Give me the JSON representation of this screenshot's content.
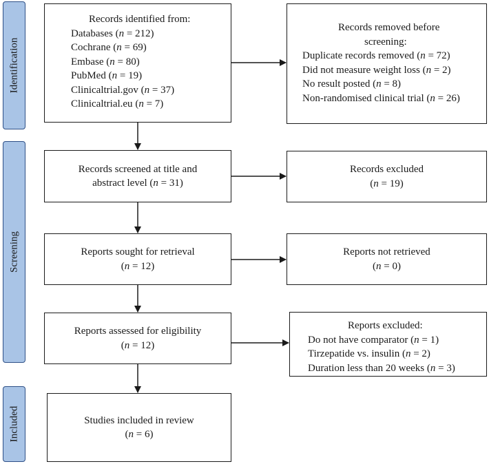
{
  "phases": {
    "identification": "Identification",
    "screening": "Screening",
    "included": "Included"
  },
  "identified": {
    "title": "Records identified from:",
    "items": [
      {
        "label": "Databases",
        "count": "212"
      },
      {
        "label": "Cochrane",
        "count": "69"
      },
      {
        "label": "Embase",
        "count": "80"
      },
      {
        "label": "PubMed",
        "count": "19"
      },
      {
        "label": "Clinicaltrial.gov",
        "count": "37"
      },
      {
        "label": "Clinicaltrial.eu",
        "count": "7"
      }
    ]
  },
  "removed": {
    "title_line1": "Records removed before",
    "title_line2": "screening:",
    "items": [
      {
        "label": "Duplicate records removed",
        "count": "72"
      },
      {
        "label": "Did not measure weight loss",
        "count": "2"
      },
      {
        "label": "No result posted",
        "count": "8"
      },
      {
        "label": "Non-randomised clinical trial",
        "count": "26"
      }
    ]
  },
  "screened": {
    "line1": "Records screened at title and",
    "line2_prefix": "abstract level",
    "count": "31"
  },
  "excluded": {
    "title": "Records excluded",
    "count": "19"
  },
  "sought": {
    "title": "Reports sought for retrieval",
    "count": "12"
  },
  "not_retrieved": {
    "title": "Reports not retrieved",
    "count": "0"
  },
  "assessed": {
    "title": "Reports assessed for eligibility",
    "count": "12"
  },
  "reports_excluded": {
    "title": "Reports excluded:",
    "items": [
      {
        "label": "Do not have comparator",
        "count": "1"
      },
      {
        "label": "Tirzepatide vs. insulin",
        "count": "2"
      },
      {
        "label": "Duration less than 20 weeks",
        "count": "3"
      }
    ]
  },
  "included": {
    "title": "Studies included in review",
    "count": "6"
  },
  "n_symbol": "n",
  "eq": " = "
}
